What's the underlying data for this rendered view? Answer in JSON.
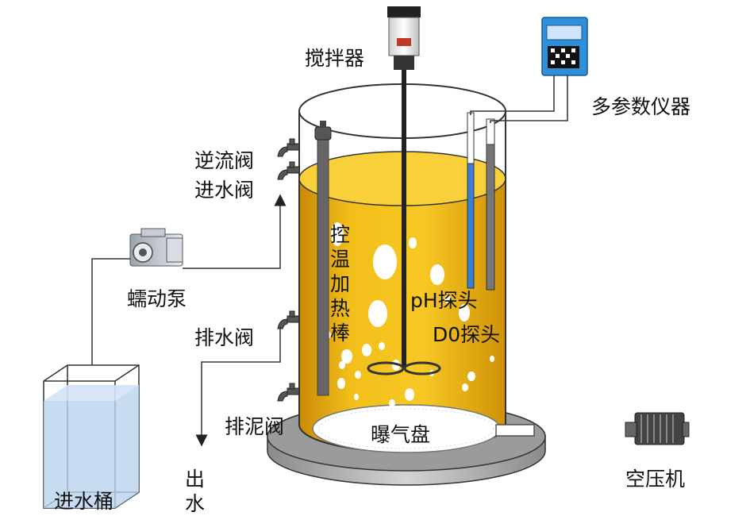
{
  "labels": {
    "stirrer": "搅拌器",
    "meter": "多参数仪器",
    "backflow_valve": "逆流阀",
    "inlet_valve": "进水阀",
    "pump": "蠕动泵",
    "drain_valve": "排水阀",
    "sludge_valve": "排泥阀",
    "outlet": "出水",
    "inlet_tank": "进水桶",
    "heater": "控温加热棒",
    "ph_probe": "pH探头",
    "do_probe": "D0探头",
    "aerator": "曝气盘",
    "compressor": "空压机"
  },
  "colors": {
    "liquid": "#f5c21e",
    "liquid_dark": "#d99a08",
    "tank_water": "#b9d3ee",
    "meter_body": "#2f8fd8",
    "line": "#333333"
  }
}
